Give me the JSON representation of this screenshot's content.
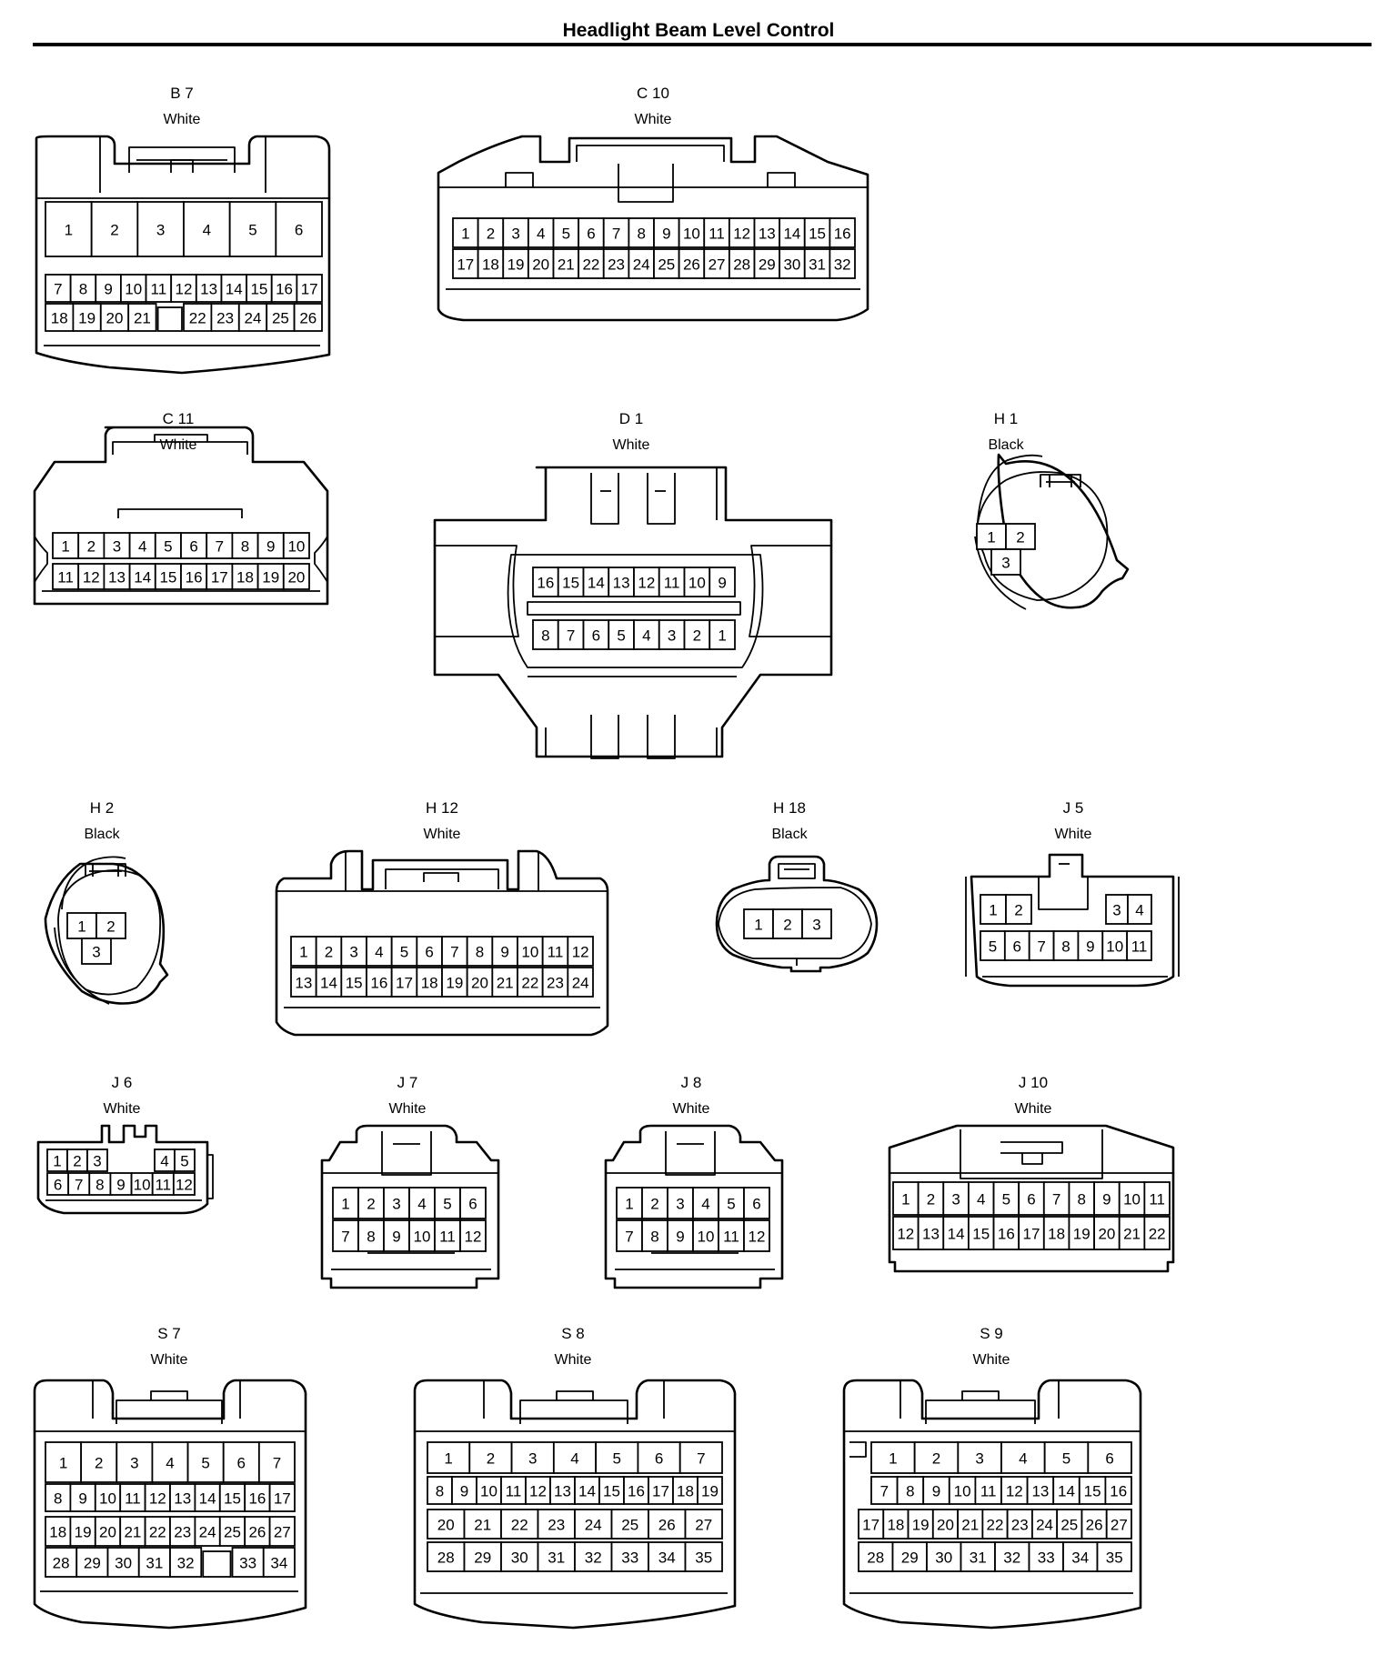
{
  "page": {
    "title": "Headlight Beam Level Control"
  },
  "connectors": [
    {
      "id": "B 7",
      "color": "White",
      "rows": [
        [
          "1",
          "2",
          "3",
          "4",
          "5",
          "6"
        ],
        [
          "7",
          "8",
          "9",
          "10",
          "11",
          "12",
          "13",
          "14",
          "15",
          "16",
          "17"
        ],
        [
          "18",
          "19",
          "20",
          "21",
          "",
          "22",
          "23",
          "24",
          "25",
          "26"
        ]
      ]
    },
    {
      "id": "C 10",
      "color": "White",
      "rows": [
        [
          "1",
          "2",
          "3",
          "4",
          "5",
          "6",
          "7",
          "8",
          "9",
          "10",
          "11",
          "12",
          "13",
          "14",
          "15",
          "16"
        ],
        [
          "17",
          "18",
          "19",
          "20",
          "21",
          "22",
          "23",
          "24",
          "25",
          "26",
          "27",
          "28",
          "29",
          "30",
          "31",
          "32"
        ]
      ]
    },
    {
      "id": "C 11",
      "color": "White",
      "rows": [
        [
          "1",
          "2",
          "3",
          "4",
          "5",
          "6",
          "7",
          "8",
          "9",
          "10"
        ],
        [
          "11",
          "12",
          "13",
          "14",
          "15",
          "16",
          "17",
          "18",
          "19",
          "20"
        ]
      ]
    },
    {
      "id": "D 1",
      "color": "White",
      "rows": [
        [
          "16",
          "15",
          "14",
          "13",
          "12",
          "11",
          "10",
          "9"
        ],
        [
          "8",
          "7",
          "6",
          "5",
          "4",
          "3",
          "2",
          "1"
        ]
      ]
    },
    {
      "id": "H 1",
      "color": "Black",
      "rows": [
        [
          "1",
          "2"
        ],
        [
          "3"
        ]
      ]
    },
    {
      "id": "H 2",
      "color": "Black",
      "rows": [
        [
          "1",
          "2"
        ],
        [
          "3"
        ]
      ]
    },
    {
      "id": "H 12",
      "color": "White",
      "rows": [
        [
          "1",
          "2",
          "3",
          "4",
          "5",
          "6",
          "7",
          "8",
          "9",
          "10",
          "11",
          "12"
        ],
        [
          "13",
          "14",
          "15",
          "16",
          "17",
          "18",
          "19",
          "20",
          "21",
          "22",
          "23",
          "24"
        ]
      ]
    },
    {
      "id": "H 18",
      "color": "Black",
      "rows": [
        [
          "1",
          "2",
          "3"
        ]
      ]
    },
    {
      "id": "J 5",
      "color": "White",
      "rows": [
        [
          "1",
          "2",
          "3",
          "4"
        ],
        [
          "5",
          "6",
          "7",
          "8",
          "9",
          "10",
          "11"
        ]
      ]
    },
    {
      "id": "J 6",
      "color": "White",
      "rows": [
        [
          "1",
          "2",
          "3",
          "4",
          "5"
        ],
        [
          "6",
          "7",
          "8",
          "9",
          "10",
          "11",
          "12"
        ]
      ]
    },
    {
      "id": "J 7",
      "color": "White",
      "rows": [
        [
          "1",
          "2",
          "3",
          "4",
          "5",
          "6"
        ],
        [
          "7",
          "8",
          "9",
          "10",
          "11",
          "12"
        ]
      ]
    },
    {
      "id": "J 8",
      "color": "White",
      "rows": [
        [
          "1",
          "2",
          "3",
          "4",
          "5",
          "6"
        ],
        [
          "7",
          "8",
          "9",
          "10",
          "11",
          "12"
        ]
      ]
    },
    {
      "id": "J 10",
      "color": "White",
      "rows": [
        [
          "1",
          "2",
          "3",
          "4",
          "5",
          "6",
          "7",
          "8",
          "9",
          "10",
          "11"
        ],
        [
          "12",
          "13",
          "14",
          "15",
          "16",
          "17",
          "18",
          "19",
          "20",
          "21",
          "22"
        ]
      ]
    },
    {
      "id": "S 7",
      "color": "White",
      "rows": [
        [
          "1",
          "2",
          "3",
          "4",
          "5",
          "6",
          "7"
        ],
        [
          "8",
          "9",
          "10",
          "11",
          "12",
          "13",
          "14",
          "15",
          "16",
          "17"
        ],
        [
          "18",
          "19",
          "20",
          "21",
          "22",
          "23",
          "24",
          "25",
          "26",
          "27"
        ],
        [
          "28",
          "29",
          "30",
          "31",
          "32",
          "",
          "33",
          "34"
        ]
      ]
    },
    {
      "id": "S 8",
      "color": "White",
      "rows": [
        [
          "1",
          "2",
          "3",
          "4",
          "5",
          "6",
          "7"
        ],
        [
          "8",
          "9",
          "10",
          "11",
          "12",
          "13",
          "14",
          "15",
          "16",
          "17",
          "18",
          "19"
        ],
        [
          "20",
          "21",
          "22",
          "23",
          "24",
          "25",
          "26",
          "27"
        ],
        [
          "28",
          "29",
          "30",
          "31",
          "32",
          "33",
          "34",
          "35"
        ]
      ]
    },
    {
      "id": "S 9",
      "color": "White",
      "rows": [
        [
          "1",
          "2",
          "3",
          "4",
          "5",
          "6"
        ],
        [
          "7",
          "8",
          "9",
          "10",
          "11",
          "12",
          "13",
          "14",
          "15",
          "16"
        ],
        [
          "17",
          "18",
          "19",
          "20",
          "21",
          "22",
          "23",
          "24",
          "25",
          "26",
          "27"
        ],
        [
          "28",
          "29",
          "30",
          "31",
          "32",
          "33",
          "34",
          "35"
        ]
      ]
    }
  ]
}
